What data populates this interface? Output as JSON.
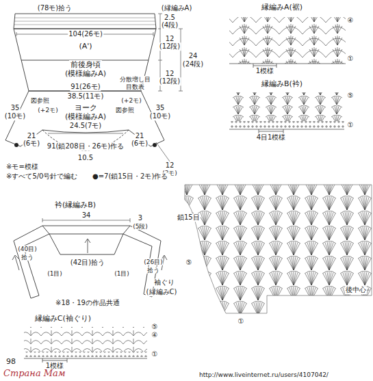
{
  "diagram": {
    "nodes": [
      {
        "text": [
          "(A')",
          "前後身頃",
          "(模様編みA)"
        ]
      },
      {
        "text": [
          "ヨーク",
          "(模様編みA)"
        ]
      }
    ],
    "labels": [
      "(78モ)拾う",
      "(縁編みA)",
      "2.5",
      "(4段)",
      "104(26モ)",
      "12",
      "(12段)",
      "24",
      "(24段)",
      "12",
      "(12段)",
      "分散増し目",
      "目数表",
      "91(26モ)",
      "38.5(11モ)",
      "図参照",
      "(+2モ)",
      "(+2モ)",
      "図参照",
      "24.5(7モ)",
      "35",
      "(10モ)",
      "35",
      "(10モ)",
      "21",
      "(6モ)",
      "21",
      "(6モ)",
      "91(鎖208目・26モ)作る",
      "10.5",
      "12",
      "(3モ)",
      "※モ=模様",
      "※すべて5/0号針で編む",
      "●=7(鎖15目・2モ)作る",
      "縁編みA(裾)",
      "④",
      "①",
      "1模様",
      "縁編みB(衿)",
      "⑤",
      "①",
      "4目1模様",
      "衿(縁編みB)",
      "34",
      "3",
      "(5段)",
      "(40目)",
      "拾う",
      "(42目)拾う",
      "(1目)",
      "(1目)",
      "(26目)",
      "拾う",
      "袖ぐり",
      "(縁編みC)",
      "※18・19の作品共通",
      "縁編みC(袖ぐり)",
      "⑤",
      "④",
      "①",
      "1模様",
      "鎖15目",
      "後中心",
      "⑤",
      "①",
      "98",
      "Страна Мам",
      "http://www.liveinternet.ru/users/4107042/"
    ]
  }
}
